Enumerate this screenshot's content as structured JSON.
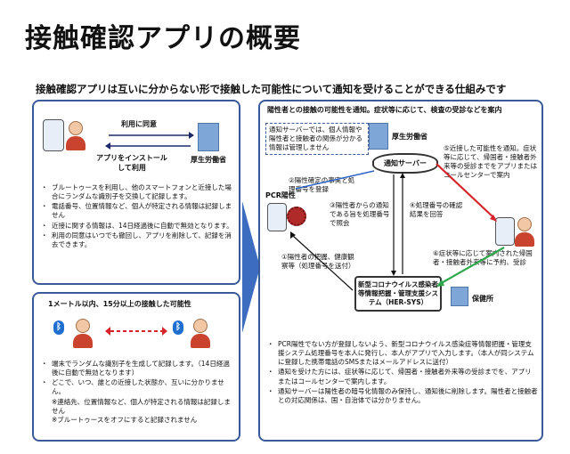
{
  "page": {
    "title": "接触確認アプリの概要",
    "subtitle": "接触確認アプリは互いに分からない形で接触した可能性について通知を受けることができる仕組みです"
  },
  "left_top": {
    "consent_label": "利用に同意",
    "install_label": "アプリをインストール\nして利用",
    "mhlw_label": "厚生労働省",
    "bullets": [
      "ブルートゥースを利用し、他のスマートフォンと近接した場合にランダムな識別子を交換して記録します。",
      "電話番号、位置情報など、個人が特定される情報は記録しません",
      "近接に関する情報は、14日経過後に自動で無効となります。",
      "利用の同意はいつでも撤回し、アプリを削除して、記録を消去できます。"
    ]
  },
  "left_bottom": {
    "heading": "1メートル以内、15分以上の接触した可能性",
    "bullets": [
      "端末でランダムな識別子を生成して記録します。（14日経過後に自動で無効となります）",
      "どこで、いつ、誰との近接した状態か、互いに分かりません。"
    ],
    "notes": [
      "※連絡先、位置情報など、個人が特定される情報は記録しません",
      "※ブルートゥースをオフにすると記録されません"
    ]
  },
  "right": {
    "heading": "陽性者との接触の可能性を通知。症状等に応じて、検査の受診などを案内",
    "note_box": "通知サーバーでは、個人情報や陽性者と接触者の関係が分かる情報は管理しません",
    "mhlw_label": "厚生労働省",
    "server_label": "通知サーバー",
    "pcr_label": "PCR陽性",
    "step1": "①陽性者の把握、健康観察等（処理番号を送付）",
    "step2": "②陽性確定の事実と処理番号を登録",
    "step3": "③陽性者からの通知である旨を処理番号で照会",
    "step4": "④処理番号の確認結果を回答",
    "step5": "⑤近接した可能性を通知。症状等に応じて、帰国者・接触者外来等の受診までをアプリまたはコールセンターで案内",
    "step6": "⑥症状等に応じて案内された帰国者・接触者外来等に予約、受診",
    "hersys_label": "新型コロナウイルス感染者等情報把握・管理支援システム（HER-SYS）",
    "health_center_label": "保健所",
    "bullets": [
      "PCR陽性でない方が登録しないよう、新型コロナウイルス感染症等情報把握・管理支援システム処理番号を本人に発行し、本人がアプリで入力します。（本人が同システムに登録した携帯電話のSMSまたはメールアドレスに送付）",
      "通知を受けた方には、症状等に応じて、帰国者・接触者外来等の受診までを、アプリまたはコールセンターで案内します。",
      "通知サーバーは陽性者の暗号化情報のみ保持し、通知後に削除します。陽性者と接触者との対応関係は、国・自治体では分かりません。"
    ]
  },
  "colors": {
    "panel_border": "#3a5a9a",
    "arrow_blue": "#2b63c6",
    "arrow_red": "#d6252a",
    "arrow_green": "#2fa84b"
  }
}
